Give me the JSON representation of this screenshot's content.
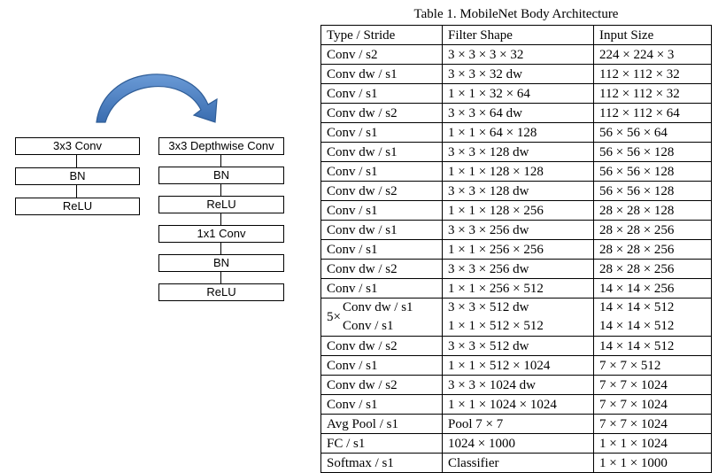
{
  "diagram": {
    "left_stack": [
      "3x3 Conv",
      "BN",
      "ReLU"
    ],
    "right_stack": [
      "3x3 Depthwise Conv",
      "BN",
      "ReLU",
      "1x1 Conv",
      "BN",
      "ReLU"
    ]
  },
  "table": {
    "caption": "Table 1. MobileNet Body Architecture",
    "headers": [
      "Type / Stride",
      "Filter Shape",
      "Input Size"
    ],
    "rows": [
      [
        "Conv / s2",
        "3 × 3 × 3 × 32",
        "224 × 224 × 3"
      ],
      [
        "Conv dw / s1",
        "3 × 3 × 32 dw",
        "112 × 112 × 32"
      ],
      [
        "Conv / s1",
        "1 × 1 × 32 × 64",
        "112 × 112 × 32"
      ],
      [
        "Conv dw / s2",
        "3 × 3 × 64 dw",
        "112 × 112 × 64"
      ],
      [
        "Conv / s1",
        "1 × 1 × 64 × 128",
        "56 × 56 × 64"
      ],
      [
        "Conv dw / s1",
        "3 × 3 × 128 dw",
        "56 × 56 × 128"
      ],
      [
        "Conv / s1",
        "1 × 1 × 128 × 128",
        "56 × 56 × 128"
      ],
      [
        "Conv dw / s2",
        "3 × 3 × 128 dw",
        "56 × 56 × 128"
      ],
      [
        "Conv / s1",
        "1 × 1 × 128 × 256",
        "28 × 28 × 128"
      ],
      [
        "Conv dw / s1",
        "3 × 3 × 256 dw",
        "28 × 28 × 256"
      ],
      [
        "Conv / s1",
        "1 × 1 × 256 × 256",
        "28 × 28 × 256"
      ],
      [
        "Conv dw / s2",
        "3 × 3 × 256 dw",
        "28 × 28 × 256"
      ],
      [
        "Conv / s1",
        "1 × 1 × 256 × 512",
        "14 × 14 × 256"
      ]
    ],
    "repeat_row": {
      "multiplier": "5×",
      "types": [
        "Conv dw / s1",
        "Conv / s1"
      ],
      "filters": [
        "3 × 3 × 512 dw",
        "1 × 1 × 512 × 512"
      ],
      "inputs": [
        "14 × 14 × 512",
        "14 × 14 × 512"
      ]
    },
    "rows_after": [
      [
        "Conv dw / s2",
        "3 × 3 × 512 dw",
        "14 × 14 × 512"
      ],
      [
        "Conv / s1",
        "1 × 1 × 512 × 1024",
        "7 × 7 × 512"
      ],
      [
        "Conv dw / s2",
        "3 × 3 × 1024 dw",
        "7 × 7 × 1024"
      ],
      [
        "Conv / s1",
        "1 × 1 × 1024 × 1024",
        "7 × 7 × 1024"
      ],
      [
        "Avg Pool / s1",
        "Pool 7 × 7",
        "7 × 7 × 1024"
      ],
      [
        "FC / s1",
        "1024 × 1000",
        "1 × 1 × 1024"
      ],
      [
        "Softmax / s1",
        "Classifier",
        "1 × 1 × 1000"
      ]
    ]
  },
  "colors": {
    "arrow_fill": "#4a7fc1",
    "arrow_stroke": "#2f5d97"
  },
  "icons": {
    "transition": "curved-arrow-icon"
  }
}
